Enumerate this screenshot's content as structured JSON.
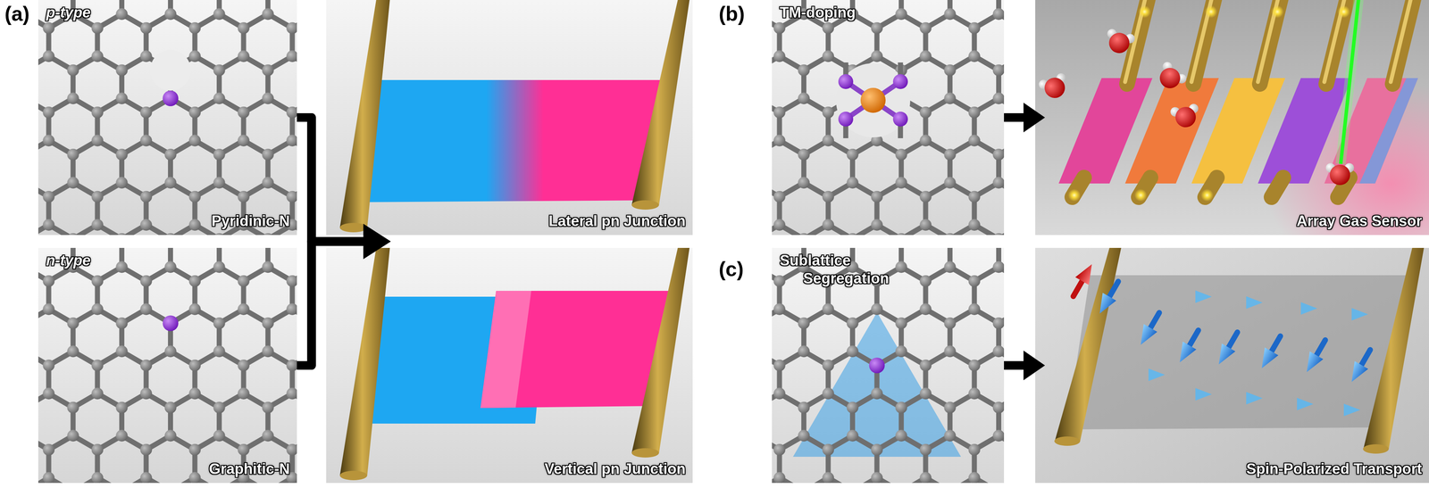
{
  "diagram": {
    "nodes": [
      {
        "text": [
          "p-type",
          "Pyridinic-N"
        ]
      },
      {
        "text": [
          "n-type",
          "Graphitic-N"
        ]
      },
      {
        "text": [
          "Lateral pn Junction"
        ]
      },
      {
        "text": [
          "Vertical pn Junction"
        ]
      },
      {
        "text": [
          "TM-doping"
        ]
      },
      {
        "text": [
          "Array Gas Sensor"
        ]
      },
      {
        "text": [
          "Sublattice Segregation"
        ]
      },
      {
        "text": [
          "Spin-Polarized Transport"
        ]
      }
    ],
    "edges": [
      {
        "from": 0,
        "to": 2,
        "arrow": "to"
      },
      {
        "from": 0,
        "to": 3,
        "arrow": "to"
      },
      {
        "from": 1,
        "to": 2,
        "arrow": "to"
      },
      {
        "from": 1,
        "to": 3,
        "arrow": "to"
      },
      {
        "from": 4,
        "to": 5,
        "arrow": "to"
      },
      {
        "from": 6,
        "to": 7,
        "arrow": "to"
      }
    ],
    "labels": [
      "(a)",
      "(b)",
      "(c)"
    ]
  }
}
